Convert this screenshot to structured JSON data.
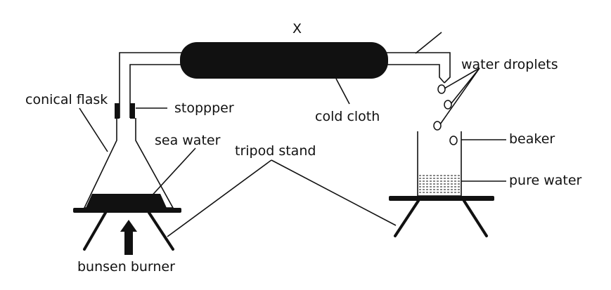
{
  "labels": {
    "x": "X",
    "conical_flask": "conical flask",
    "stopper": "stoppper",
    "cold_cloth": "cold cloth",
    "water_droplets": "water droplets",
    "sea_water": "sea water",
    "tripod_stand": "tripod stand",
    "beaker": "beaker",
    "pure_water": "pure water",
    "bunsen_burner": "bunsen burner"
  }
}
